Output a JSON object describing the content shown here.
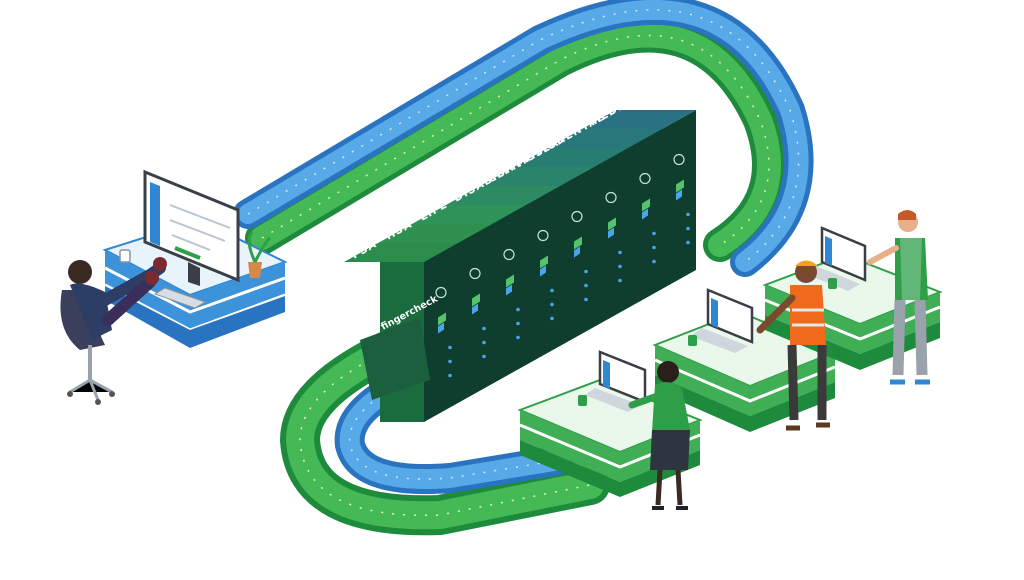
{
  "brand": {
    "name": "fingercheck",
    "green": "#2e9e48",
    "blue": "#2f86d3"
  },
  "modules": [
    {
      "label": "FSA",
      "icon": "card-icon"
    },
    {
      "label": "HSA",
      "icon": "card-icon"
    },
    {
      "label": "LIFE",
      "icon": "umbrella-icon"
    },
    {
      "label": "DISABILITY",
      "icon": "wheelchair-icon"
    },
    {
      "label": "COMMUTER",
      "icon": "bus-icon"
    },
    {
      "label": "VISION",
      "icon": "eye-icon"
    },
    {
      "label": "DENTAL",
      "icon": "tooth-icon"
    },
    {
      "label": "MEDICAL",
      "icon": "medical-cross-icon"
    }
  ],
  "people": {
    "admin": "admin-at-desk",
    "workers": [
      "employee-seated-laptop",
      "construction-worker",
      "employee-standing-laptop"
    ]
  }
}
